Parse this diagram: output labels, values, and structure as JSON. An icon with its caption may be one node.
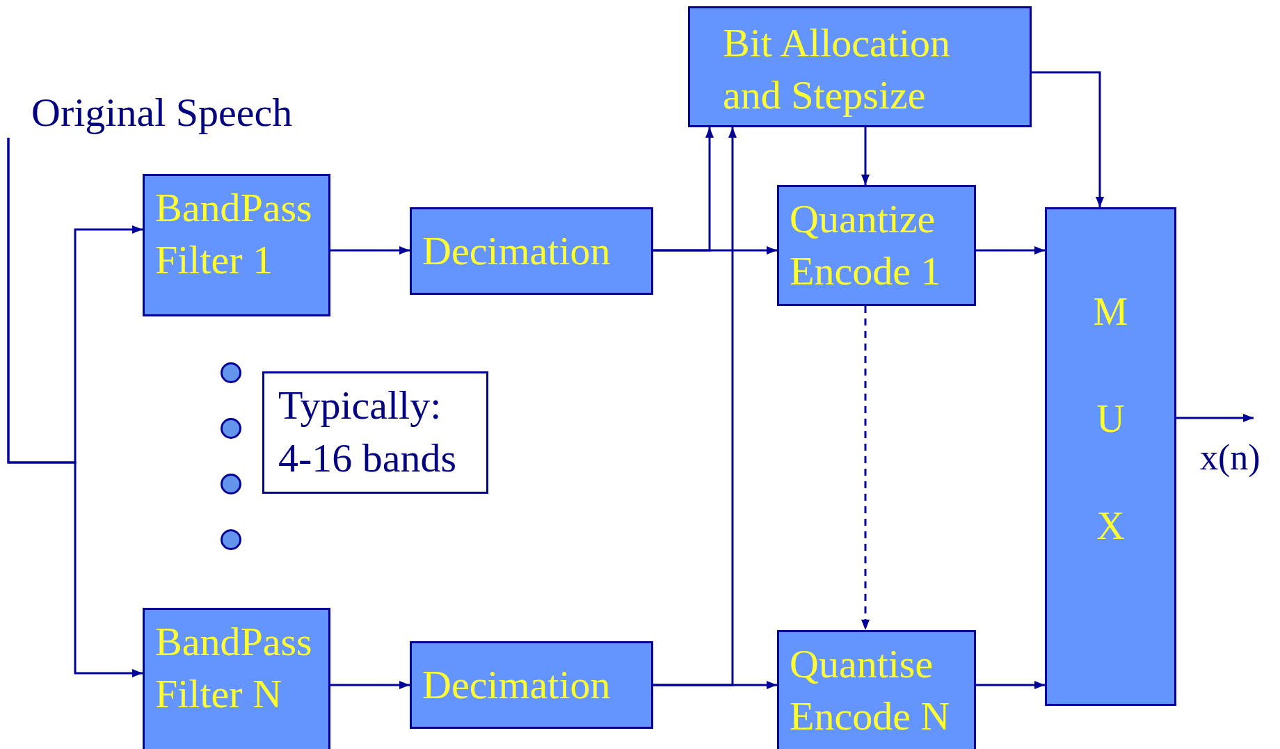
{
  "diagram": {
    "nodes": [
      {
        "text": [
          "Original Speech"
        ]
      },
      {
        "text": [
          "Bit Allocation and Stepsize"
        ]
      },
      {
        "text": [
          "BandPass Filter 1"
        ]
      },
      {
        "text": [
          "Decimation"
        ]
      },
      {
        "text": [
          "Quantize Encode 1"
        ]
      },
      {
        "text": [
          "M U X"
        ]
      },
      {
        "text": [],
        "shape": "circle"
      },
      {
        "text": [],
        "shape": "circle"
      },
      {
        "text": [],
        "shape": "circle"
      },
      {
        "text": [],
        "shape": "circle"
      },
      {
        "text": [
          "Typically: 4-16 bands"
        ]
      },
      {
        "text": [
          "BandPass Filter N"
        ]
      },
      {
        "text": [
          "Decimation"
        ]
      },
      {
        "text": [
          "Quantise Encode N"
        ]
      }
    ],
    "edges": [
      {
        "from": 0,
        "to": 2,
        "arrow": "to"
      },
      {
        "from": 0,
        "to": 11,
        "arrow": "to"
      },
      {
        "from": 2,
        "to": 3,
        "arrow": "to"
      },
      {
        "from": 3,
        "to": 4,
        "arrow": "to"
      },
      {
        "from": 3,
        "to": 1,
        "arrow": "to"
      },
      {
        "from": 11,
        "to": 12,
        "arrow": "to"
      },
      {
        "from": 12,
        "to": 13,
        "arrow": "to"
      },
      {
        "from": 12,
        "to": 1,
        "arrow": "to"
      },
      {
        "from": 1,
        "to": 4,
        "arrow": "to"
      },
      {
        "from": 1,
        "to": 5,
        "arrow": "to"
      },
      {
        "from": 4,
        "to": 5,
        "arrow": "to"
      },
      {
        "from": 13,
        "to": 5,
        "arrow": "to"
      },
      {
        "from": 4,
        "to": 13,
        "arrow": "to",
        "style": "dashed"
      },
      {
        "from": 5,
        "to": null,
        "arrow": "to"
      }
    ],
    "labels": [
      "x(n)"
    ]
  }
}
